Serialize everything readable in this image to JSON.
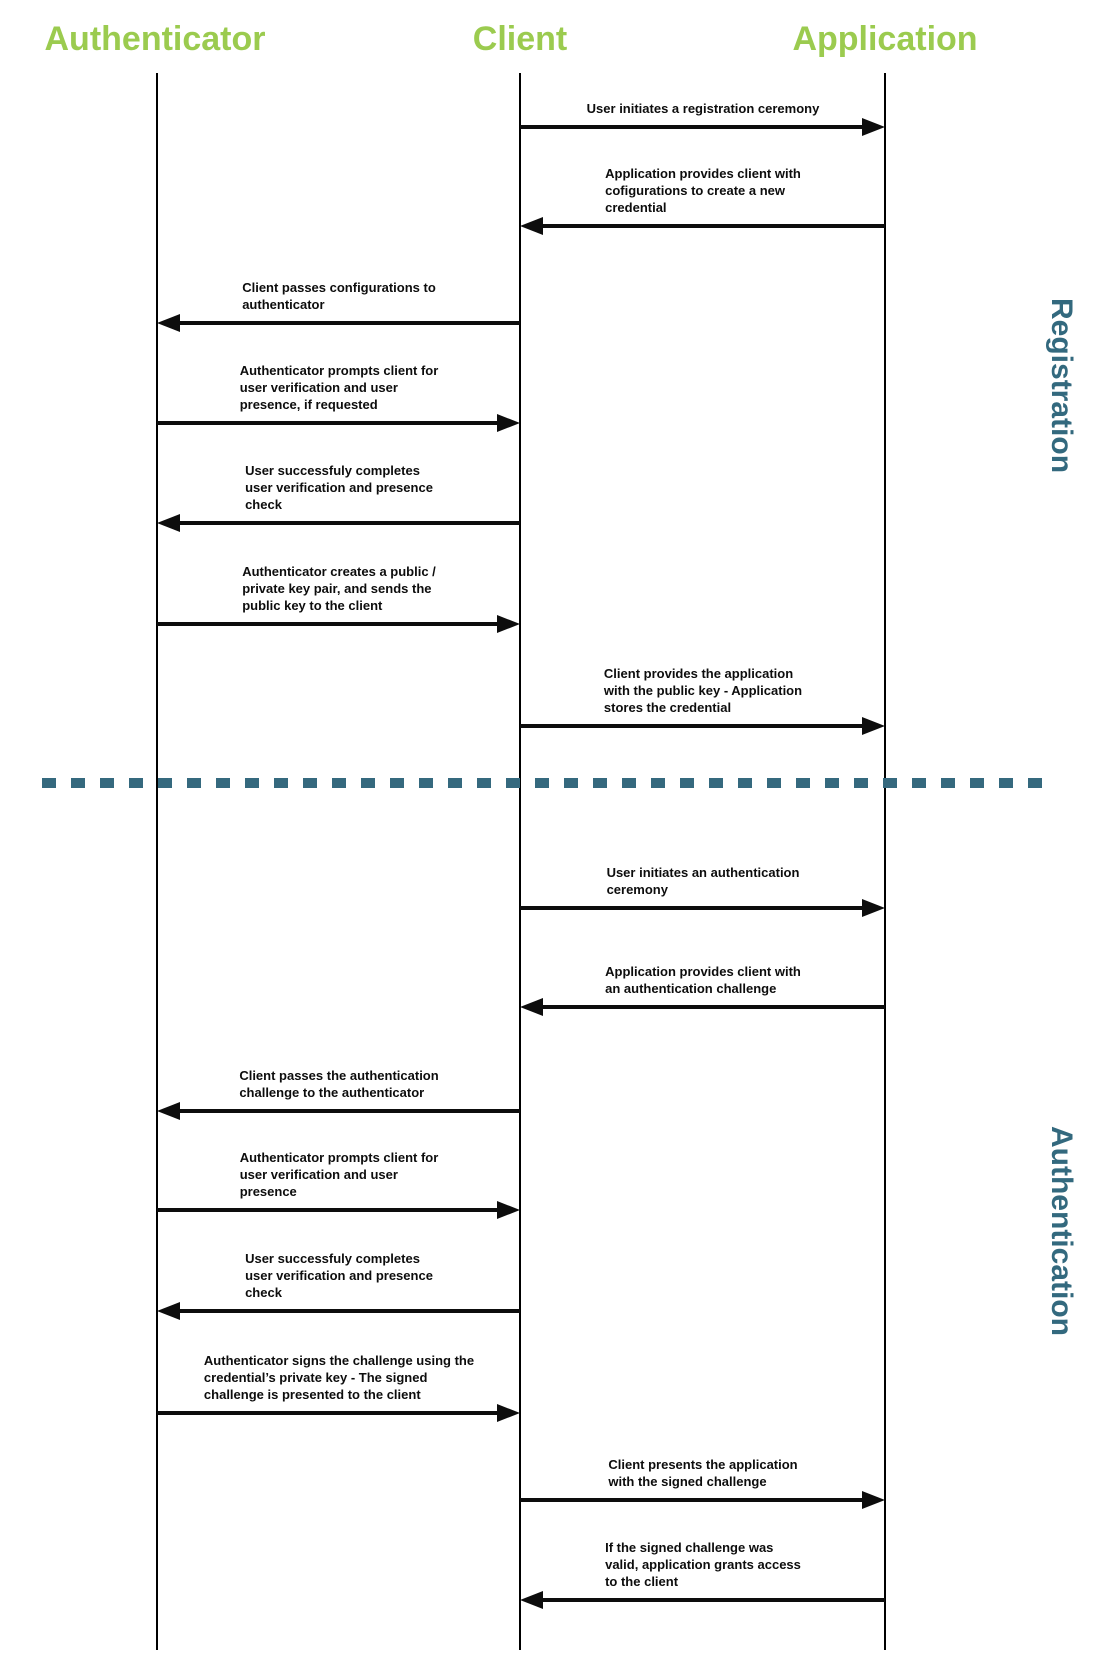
{
  "diagram": {
    "title_actors": [
      {
        "label": "Authenticator"
      },
      {
        "label": "Client"
      },
      {
        "label": "Application"
      }
    ],
    "sections": [
      {
        "label": "Registration"
      },
      {
        "label": "Authentication"
      }
    ],
    "colors": {
      "actor_green": "#9BCB4F",
      "section_teal": "#33697E",
      "arrow_black": "#0d0d0d",
      "background": "#ffffff"
    },
    "messages": [
      {
        "from": "Client",
        "to": "Application",
        "text": "User initiates a registration ceremony"
      },
      {
        "from": "Application",
        "to": "Client",
        "text": "Application provides client with\ncofigurations to create a new\ncredential"
      },
      {
        "from": "Client",
        "to": "Authenticator",
        "text": "Client passes configurations to\nauthenticator"
      },
      {
        "from": "Authenticator",
        "to": "Client",
        "text": "Authenticator prompts client for\nuser verification and user\npresence, if requested"
      },
      {
        "from": "Client",
        "to": "Authenticator",
        "text": "User successfuly completes\nuser verification and presence\ncheck"
      },
      {
        "from": "Authenticator",
        "to": "Client",
        "text": "Authenticator creates a public /\nprivate key pair, and sends the\npublic key to the client"
      },
      {
        "from": "Client",
        "to": "Application",
        "text": "Client provides the application\nwith the public key - Application\nstores the credential"
      },
      {
        "from": "Client",
        "to": "Application",
        "text": "User initiates an authentication\nceremony"
      },
      {
        "from": "Application",
        "to": "Client",
        "text": "Application provides client with\nan authentication challenge"
      },
      {
        "from": "Client",
        "to": "Authenticator",
        "text": "Client passes the authentication\nchallenge to the authenticator"
      },
      {
        "from": "Authenticator",
        "to": "Client",
        "text": "Authenticator prompts client for\nuser verification and user\npresence"
      },
      {
        "from": "Client",
        "to": "Authenticator",
        "text": "User successfuly completes\nuser verification and presence\ncheck"
      },
      {
        "from": "Authenticator",
        "to": "Client",
        "text": "Authenticator signs the challenge using the\ncredential’s private key - The signed\nchallenge is presented to the client"
      },
      {
        "from": "Client",
        "to": "Application",
        "text": "Client presents the application\nwith the signed challenge"
      },
      {
        "from": "Application",
        "to": "Client",
        "text": "If the signed challenge was\nvalid, application grants access\nto the client"
      }
    ]
  }
}
